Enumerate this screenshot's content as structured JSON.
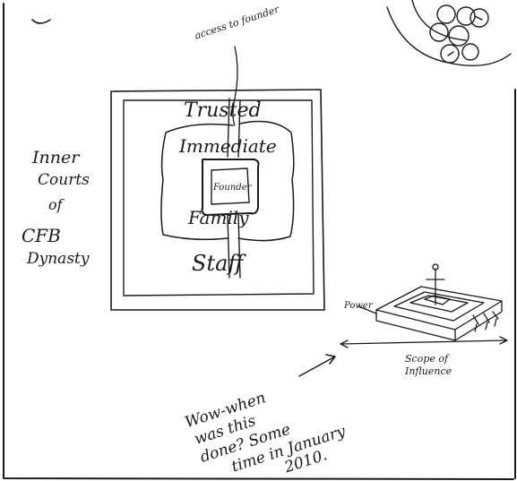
{
  "sketch": {
    "access_note": "access to founder",
    "side_label": [
      "Inner",
      "Courts",
      "of",
      "CFB",
      "Dynasty"
    ],
    "courts": {
      "trusted": "Trusted",
      "immediate": "Immediate",
      "founder": "Founder",
      "family": "Family",
      "staff": "Staff"
    },
    "pyramid": {
      "y_axis_label": "Power",
      "x_axis_label": [
        "Scope of",
        "Influence"
      ]
    },
    "note_lines": [
      "Wow-when",
      "was this",
      "done? Some",
      "time in January",
      "2010."
    ]
  },
  "colors": {
    "ink": "#1a1a1a",
    "paper": "#ffffff"
  }
}
